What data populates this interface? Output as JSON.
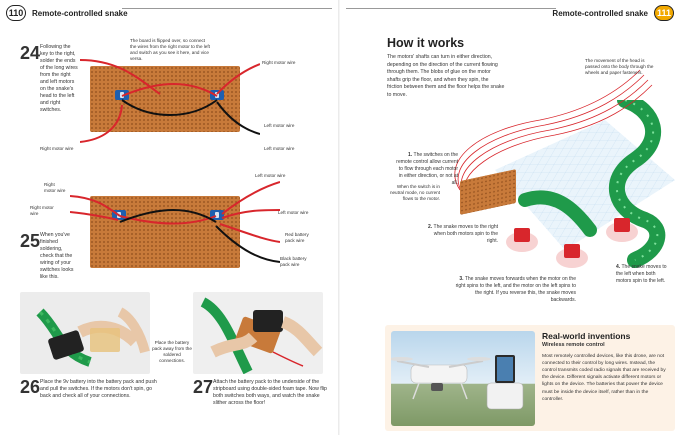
{
  "left_page": {
    "page_number": "110",
    "header_title": "Remote-controlled snake",
    "step24": {
      "num": "24",
      "text": "Following the key to the right, solder the ends of the long wires from the right and left motors on the snake's head to the left and right switches."
    },
    "step24_callouts": {
      "top_note": "The board is flipped over, so connect the wires from the right motor to the left and switch as you see it here, and vice versa.",
      "right_motor_wire_top": "Right motor wire",
      "left_motor_wire_a": "Left motor wire",
      "left_motor_wire_b": "Left motor wire",
      "right_motor_wire_bottom": "Right motor wire"
    },
    "step25": {
      "num": "25",
      "text": "When you've finished soldering, check that the wiring of your switches looks like this."
    },
    "step25_callouts": {
      "right_motor_wire_a": "Right motor wire",
      "right_motor_wire_b": "Right motor wire",
      "left_motor_wire_a": "Left motor wire",
      "left_motor_wire_b": "Left motor wire",
      "red_battery": "Red battery pack wire",
      "black_battery": "Black battery pack wire"
    },
    "step26": {
      "num": "26",
      "text": "Place the 9v battery into the battery pack and push and pull the switches. If the motors don't spin, go back and check all of your connections."
    },
    "step27": {
      "num": "27",
      "text": "Attach the battery pack to the underside of the stripboard using double-sided foam tape. Now flip both switches both ways, and watch the snake slither across the floor!"
    },
    "photo_callout": "Place the battery pack away from the soldered connections."
  },
  "right_page": {
    "page_number": "111",
    "header_title": "Remote-controlled snake",
    "how_title": "How it works",
    "how_intro": "The motors' shafts can turn in either direction, depending on the direction of the current flowing through them. The blobs of glue on the motor shafts grip the floor, and when they spin, the friction between them and the floor helps the snake to move.",
    "points": [
      {
        "num": "1.",
        "text": "The switches on the remote control allow current to flow through each motor in either direction, or not at all."
      },
      {
        "num": "2.",
        "text": "The snake moves to the right when both motors spin to the right."
      },
      {
        "num": "3.",
        "text": "The snake moves forwards when the motor on the right spins to the left, and the motor on the left spins to the right. If you reverse this, the snake moves backwards."
      },
      {
        "num": "4.",
        "text": "The snake moves to the left when both motors spin to the left."
      }
    ],
    "neutral_note": "When the switch is in neutral mode, no current flows to the motor.",
    "movement_note": "The movement of the head is passed onto the body through the wheels and paper fasteners.",
    "real_world": {
      "title": "Real-world inventions",
      "subtitle": "Wireless remote control",
      "text": "Most remotely controlled devices, like this drone, are not connected to their control by long wires. Instead, the control transmits coded radio signals that are received by the device. Different signals activate different motors or lights on the device. The batteries that power the device must be inside the device itself, rather than in the controller."
    },
    "colors": {
      "accent": "#f2a900",
      "board": "#c87a3a",
      "snake_green": "#1f9a4a",
      "wire_red": "#d8262c",
      "box_bg": "#fdf2e6"
    }
  }
}
